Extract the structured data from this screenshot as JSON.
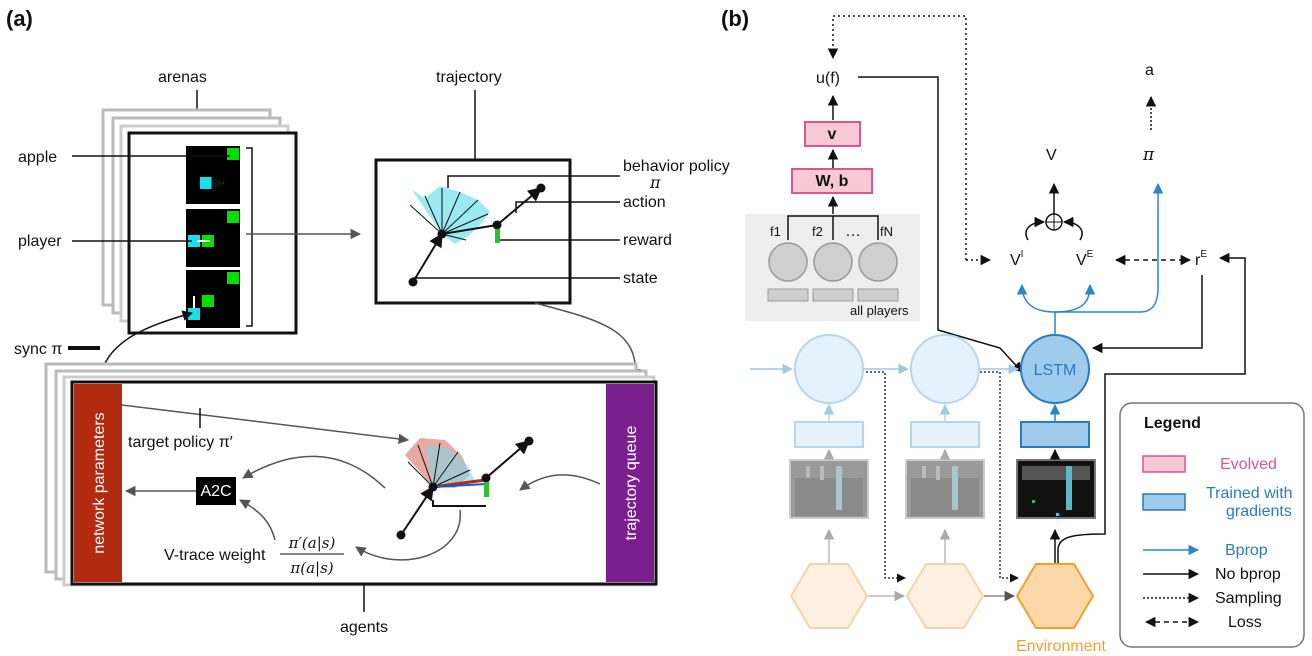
{
  "panel_a": {
    "label": "(a)",
    "arenas": "arenas",
    "apple": "apple",
    "player": "player",
    "sync": "sync π",
    "trajectory": "trajectory",
    "behavior_policy": "behavior policy",
    "behavior_pi": "π",
    "action": "action",
    "reward": "reward",
    "state": "state",
    "network_parameters": "network parameters",
    "trajectory_queue": "trajectory queue",
    "target_policy": "target policy π′",
    "a2c": "A2C",
    "vtrace": "V-trace weight",
    "vtrace_num": "π′(a|s)",
    "vtrace_den": "π(a|s)",
    "agents": "agents",
    "colors": {
      "network_parameters": "#b22a0f",
      "trajectory_queue": "#7b1f8e",
      "apple": "#00e000",
      "player": "#19e0e8"
    }
  },
  "panel_b": {
    "label": "(b)",
    "u_f": "u(f)",
    "v": "v",
    "wb": "W, b",
    "f1": "f1",
    "f2": "f2",
    "dots": "…",
    "fN": "fN",
    "all_players": "all players",
    "a": "a",
    "pi": "π",
    "V": "V",
    "VI": "VI",
    "VE": "VE",
    "rE": "rE",
    "lstm": "LSTM",
    "environment": "Environment",
    "legend": {
      "title": "Legend",
      "evolved": "Evolved",
      "trained": "Trained with gradients",
      "bprop": "Bprop",
      "no_bprop": "No bprop",
      "sampling": "Sampling",
      "loss": "Loss"
    },
    "colors": {
      "evolved": "#d9578a",
      "trained": "#2a7bbd",
      "environment": "#f0a030"
    }
  }
}
